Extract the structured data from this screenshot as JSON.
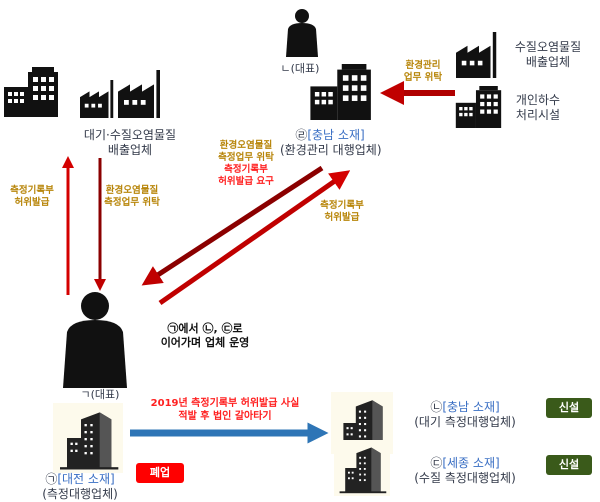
{
  "top_left": {
    "emitters_label": [
      "대기·수질오염물질",
      "배출업체"
    ]
  },
  "left_arrows": {
    "up_label": [
      "측정기록부",
      "허위발급"
    ],
    "down_label": [
      "환경오염물질",
      "측정업무 위탁"
    ]
  },
  "top_center": {
    "rep_label": "ㄴ(대표)",
    "company_mark": "㉣",
    "company_location": "[충남 소재]",
    "company_type": "(환경관리 대행업체)"
  },
  "top_right": {
    "arrow_label": [
      "환경관리",
      "업무 위탁"
    ],
    "water_emitter_label": [
      "수질오염물질",
      "배출업체"
    ],
    "sewage_label": [
      "개인하수",
      "처리시설"
    ]
  },
  "diagonal": {
    "down_label_gold": [
      "환경오염물질",
      "측정업무 위탁"
    ],
    "down_label_red": [
      "측정기록부",
      "허위발급 요구"
    ],
    "up_label": [
      "측정기록부",
      "허위발급"
    ]
  },
  "bottom_left": {
    "rep_label": "ㄱ(대표)",
    "operation_note": [
      "㉠에서 ㉡, ㉢로",
      "이어가며 업체 운영"
    ],
    "company_mark": "㉠",
    "company_location": "[대전 소재]",
    "company_type": "(측정대행업체)",
    "status_badge": "폐업"
  },
  "transfer_arrow_label": [
    "2019년 측정기록부  허위발급 사실",
    "적발 후 법인 갈아타기"
  ],
  "new_companies": [
    {
      "mark": "㉡",
      "location": "[충남 소재]",
      "type": "(대기 측정대행업체)",
      "badge": "신설"
    },
    {
      "mark": "㉢",
      "location": "[세종 소재]",
      "type": "(수질 측정대행업체)",
      "badge": "신설"
    }
  ],
  "colors": {
    "gold": "#b8860b",
    "red": "#ff2020",
    "dark_red": "#8b0000",
    "arrow_red": "#d40000",
    "blue_arrow": "#2e75b6",
    "badge_red": "#ff0000",
    "badge_green": "#3a5a1a"
  }
}
